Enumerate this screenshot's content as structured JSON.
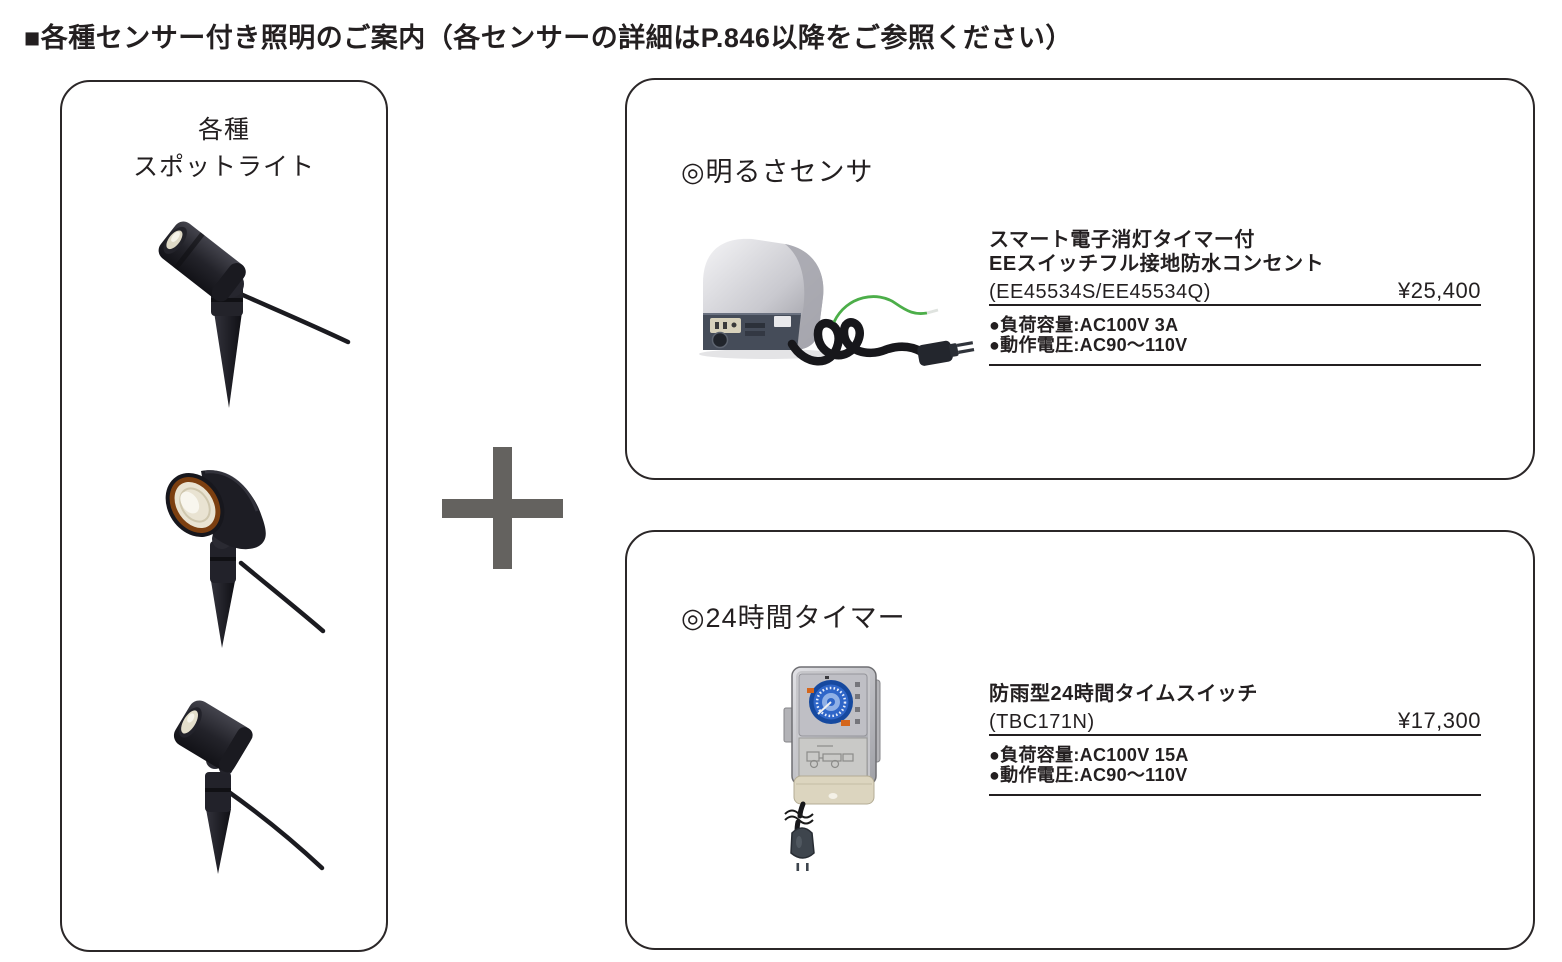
{
  "title": "■各種センサー付き照明のご案内（各センサーの詳細はP.846以降をご参照ください）",
  "colors": {
    "text_black": "#231f20",
    "plus_sign": "#64625f",
    "panel_border": "#2b2728"
  },
  "left_panel": {
    "label_lines": [
      "各種",
      "スポットライト"
    ],
    "photos": [
      "spike-spotlight-narrow",
      "spike-spotlight-flood",
      "spike-spotlight-round"
    ]
  },
  "plus_symbol": "＋",
  "sections": [
    {
      "heading": "◎明るさセンサ",
      "product": {
        "photo": "brightness-sensor-ee-outlet",
        "name_lines": [
          "スマート電子消灯タイマー付",
          "EEスイッチフル接地防水コンセント"
        ],
        "model": "(EE45534S/EE45534Q)",
        "price": "¥25,400",
        "specs": [
          "●負荷容量:AC100V 3A",
          "●動作電圧:AC90～110V"
        ]
      }
    },
    {
      "heading": "◎24時間タイマー",
      "product": {
        "photo": "waterproof-24h-time-switch",
        "name_lines": [
          "防雨型24時間タイムスイッチ"
        ],
        "model": "(TBC171N)",
        "price": "¥17,300",
        "specs": [
          "●負荷容量:AC100V 15A",
          "●動作電圧:AC90～110V"
        ]
      }
    }
  ]
}
